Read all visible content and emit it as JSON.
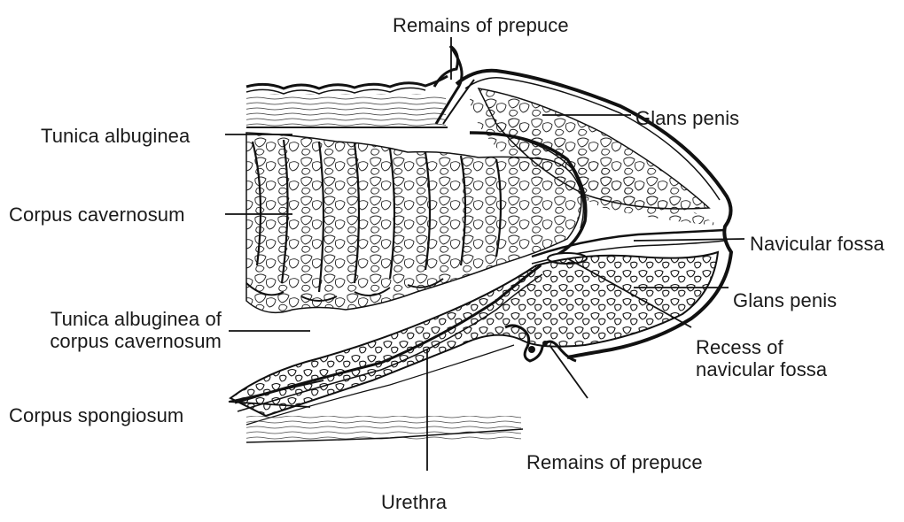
{
  "diagram": {
    "labels": {
      "remains_of_prepuce_top": "Remains of prepuce",
      "glans_penis_top": "Glans penis",
      "tunica_albuginea": "Tunica albuginea",
      "corpus_cavernosum": "Corpus cavernosum",
      "navicular_fossa": "Navicular fossa",
      "glans_penis_bottom": "Glans penis",
      "tunica_albuginea_cc_line1": "Tunica albuginea of",
      "tunica_albuginea_cc_line2": "corpus cavernosum",
      "recess_line1": "Recess of",
      "recess_line2": "navicular fossa",
      "corpus_spongiosum": "Corpus spongiosum",
      "remains_of_prepuce_bottom": "Remains of prepuce",
      "urethra": "Urethra"
    }
  }
}
